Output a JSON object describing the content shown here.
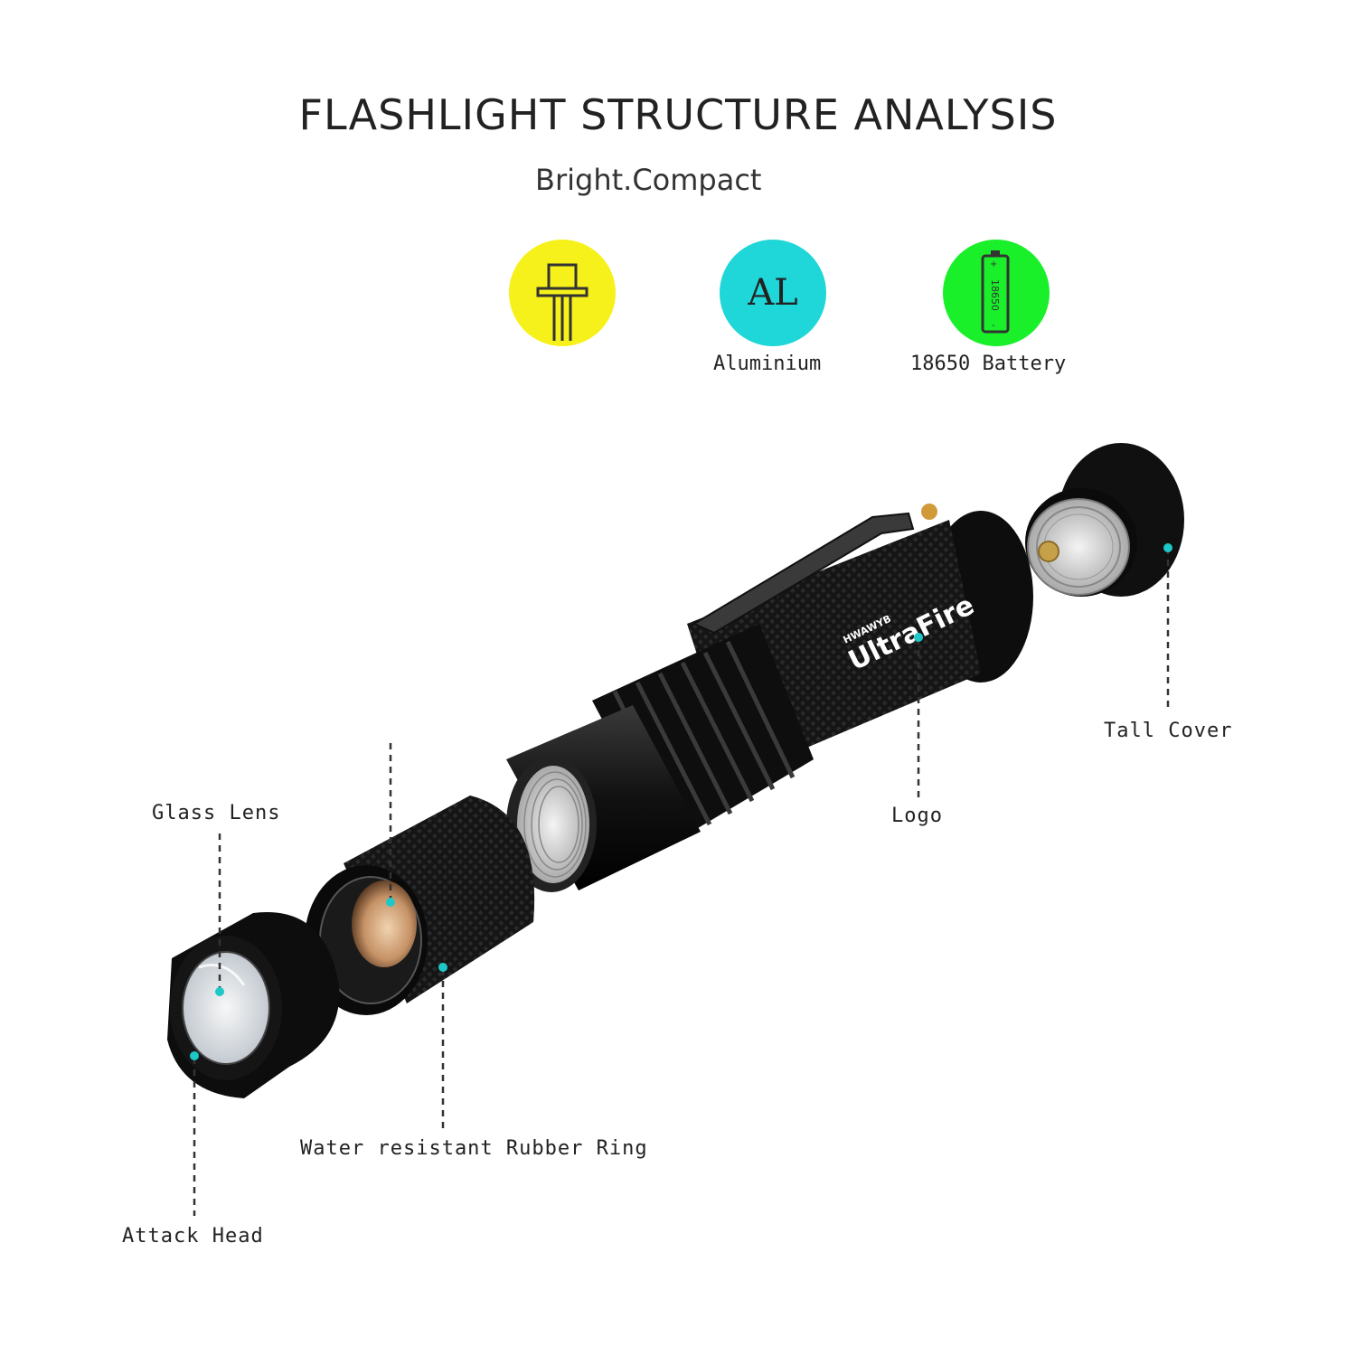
{
  "header": {
    "title": "FLASHLIGHT STRUCTURE ANALYSIS",
    "subtitle": "Bright.Compact"
  },
  "features": [
    {
      "icon": "led-icon",
      "label": "",
      "color": "#f6f11a"
    },
    {
      "icon": "aluminium-icon",
      "label": "Aluminium",
      "icon_text": "AL",
      "color": "#1fd6d8"
    },
    {
      "icon": "battery-icon",
      "label": "18650 Battery",
      "icon_text": "18650",
      "color": "#19f02a"
    }
  ],
  "parts": {
    "glass_lens": "Glass Lens",
    "attack_head": "Attack Head",
    "rubber_ring": "Water resistant Rubber Ring",
    "logo": "Logo",
    "tail_cover": "Tall Cover"
  },
  "product": {
    "brand": "UltraFire",
    "sub_brand": "HWAWYB"
  },
  "colors": {
    "marker": "#1ec8c8",
    "body": "#141414"
  }
}
